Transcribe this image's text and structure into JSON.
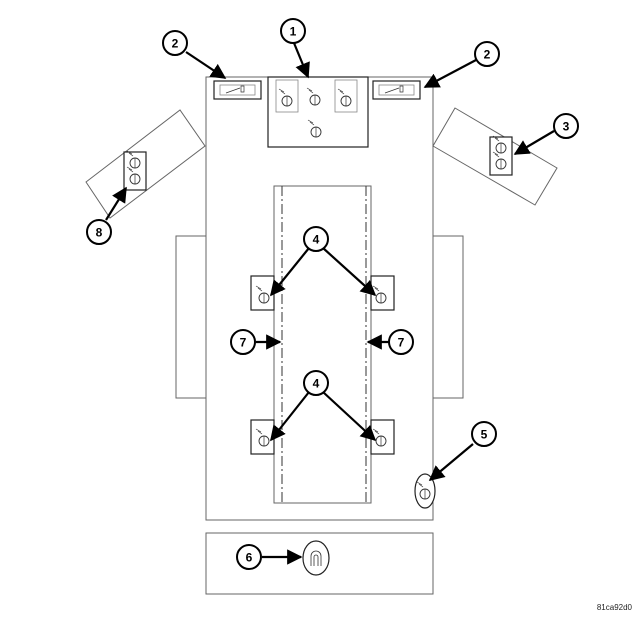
{
  "callouts": {
    "c1": "1",
    "c2": "2",
    "c3": "3",
    "c4": "4",
    "c5": "5",
    "c6": "6",
    "c7": "7",
    "c8": "8"
  },
  "figure_code": "81ca92d0"
}
